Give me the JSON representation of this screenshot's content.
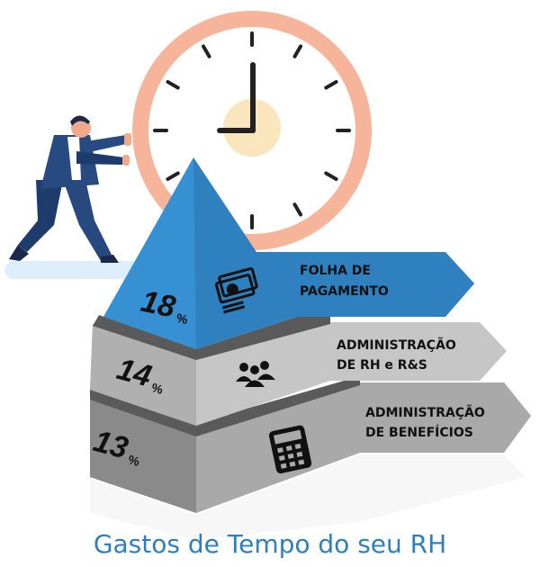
{
  "title": "Gastos de Tempo do seu RH",
  "tiers": [
    {
      "percent": "18",
      "unit": "%",
      "line1": "FOLHA DE",
      "line2": "PAGAMENTO",
      "icon": "money-icon",
      "color": "#2f85c6"
    },
    {
      "percent": "14",
      "unit": "%",
      "line1": "ADMINISTRAÇÃO",
      "line2": "DE RH e R&S",
      "icon": "people-group-icon",
      "color": "#c4c4c4"
    },
    {
      "percent": "13",
      "unit": "%",
      "line1": "ADMINISTRAÇÃO",
      "line2": "DE BENEFÍCIOS",
      "icon": "calculator-icon",
      "color": "#a9a9a9"
    }
  ],
  "colors": {
    "clock_ring": "#f6b59a",
    "clock_center": "#fbe5bd",
    "title": "#2e7fc0"
  }
}
